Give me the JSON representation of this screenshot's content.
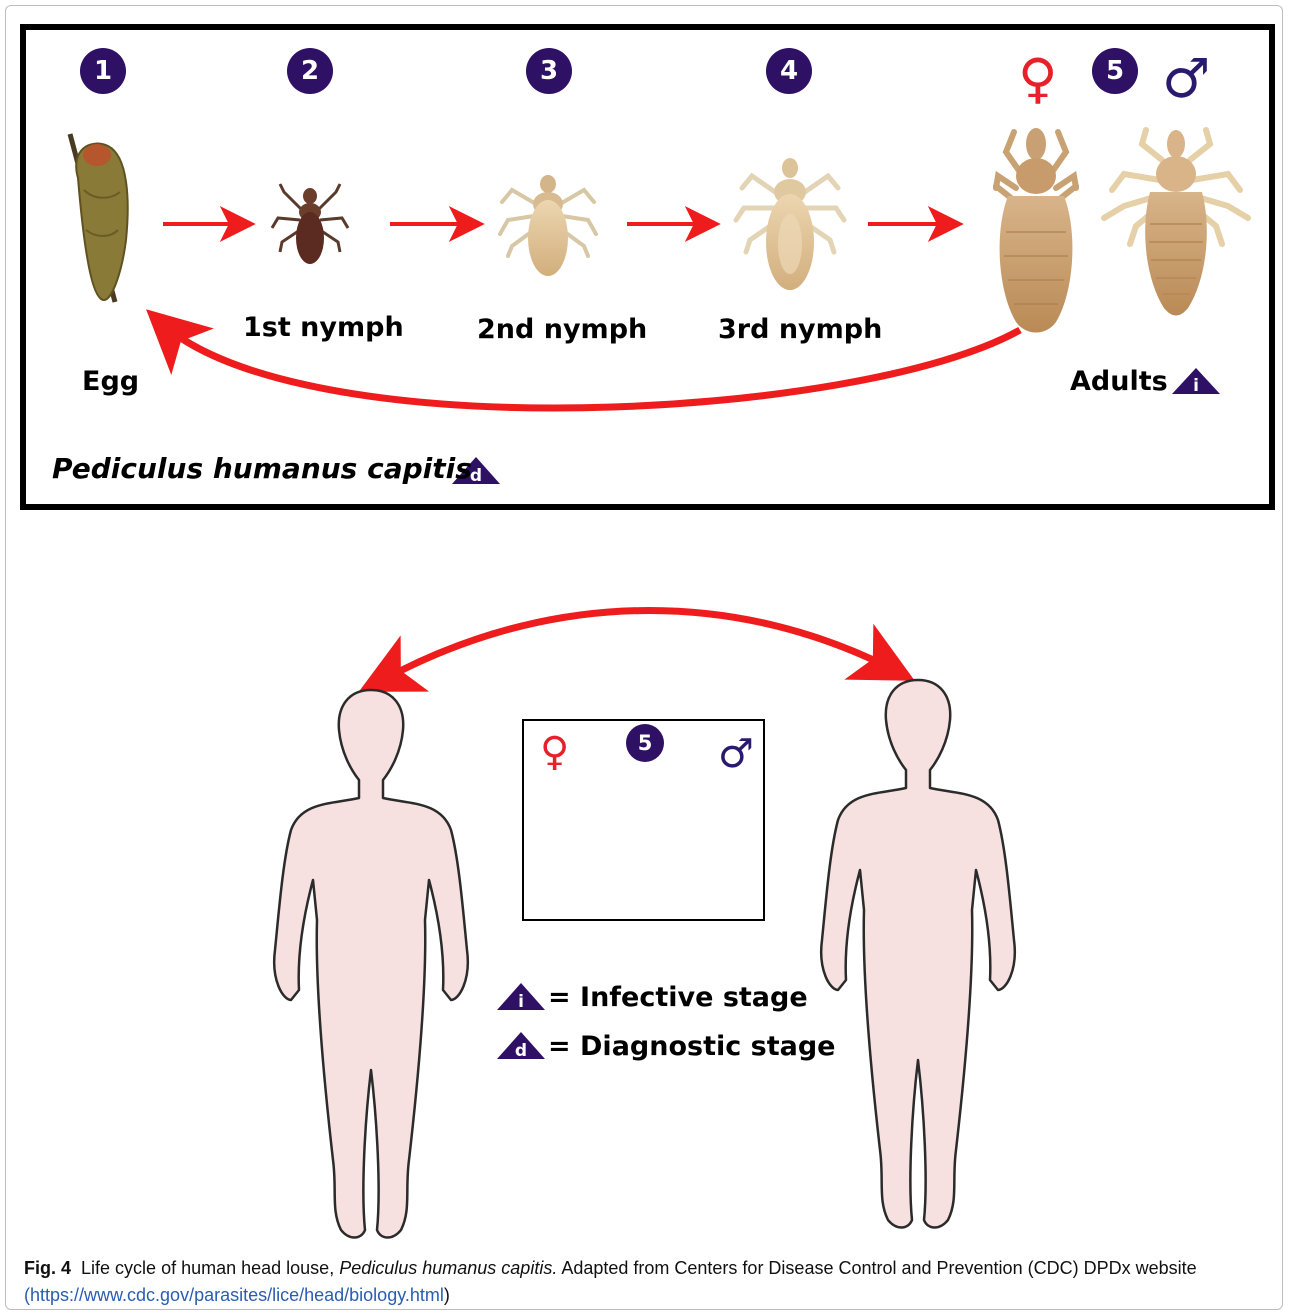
{
  "colors": {
    "badge": "#2e1065",
    "arrow": "#ee1c1c",
    "female_symbol": "#e8202a",
    "male_symbol": "#2a1a6e",
    "human_fill": "#f7e0e0",
    "human_outline": "#2b2b2b",
    "link": "#2a5db0"
  },
  "top_panel": {
    "stages": [
      {
        "number": "1",
        "label": "Egg",
        "image": "louse-egg"
      },
      {
        "number": "2",
        "label": "1st nymph",
        "image": "first-nymph"
      },
      {
        "number": "3",
        "label": "2nd nymph",
        "image": "second-nymph"
      },
      {
        "number": "4",
        "label": "3rd nymph",
        "image": "third-nymph"
      },
      {
        "number": "5",
        "label": "Adults",
        "image": "adult-lice"
      }
    ],
    "female_symbol": "♀",
    "male_symbol": "♂",
    "infective_marker": "i",
    "diagnostic_marker": "d",
    "species": "Pediculus humanus capitis"
  },
  "bottom_panel": {
    "inset_number": "5",
    "inset_female_symbol": "♀",
    "inset_male_symbol": "♂",
    "legend": [
      {
        "marker": "i",
        "text": "= Infective stage"
      },
      {
        "marker": "d",
        "text": "= Diagnostic stage"
      }
    ]
  },
  "caption": {
    "fig_label": "Fig. 4",
    "text_before_species": "Life cycle of human head louse, ",
    "species_italic": "Pediculus humanus capitis.",
    "text_after_species": " Adapted from Centers for Disease Control and Prevention (CDC) DPDx website",
    "open_paren": "(",
    "link_text": "https://www.cdc.gov/parasites/lice/head/biology.html",
    "close_paren": ")"
  }
}
